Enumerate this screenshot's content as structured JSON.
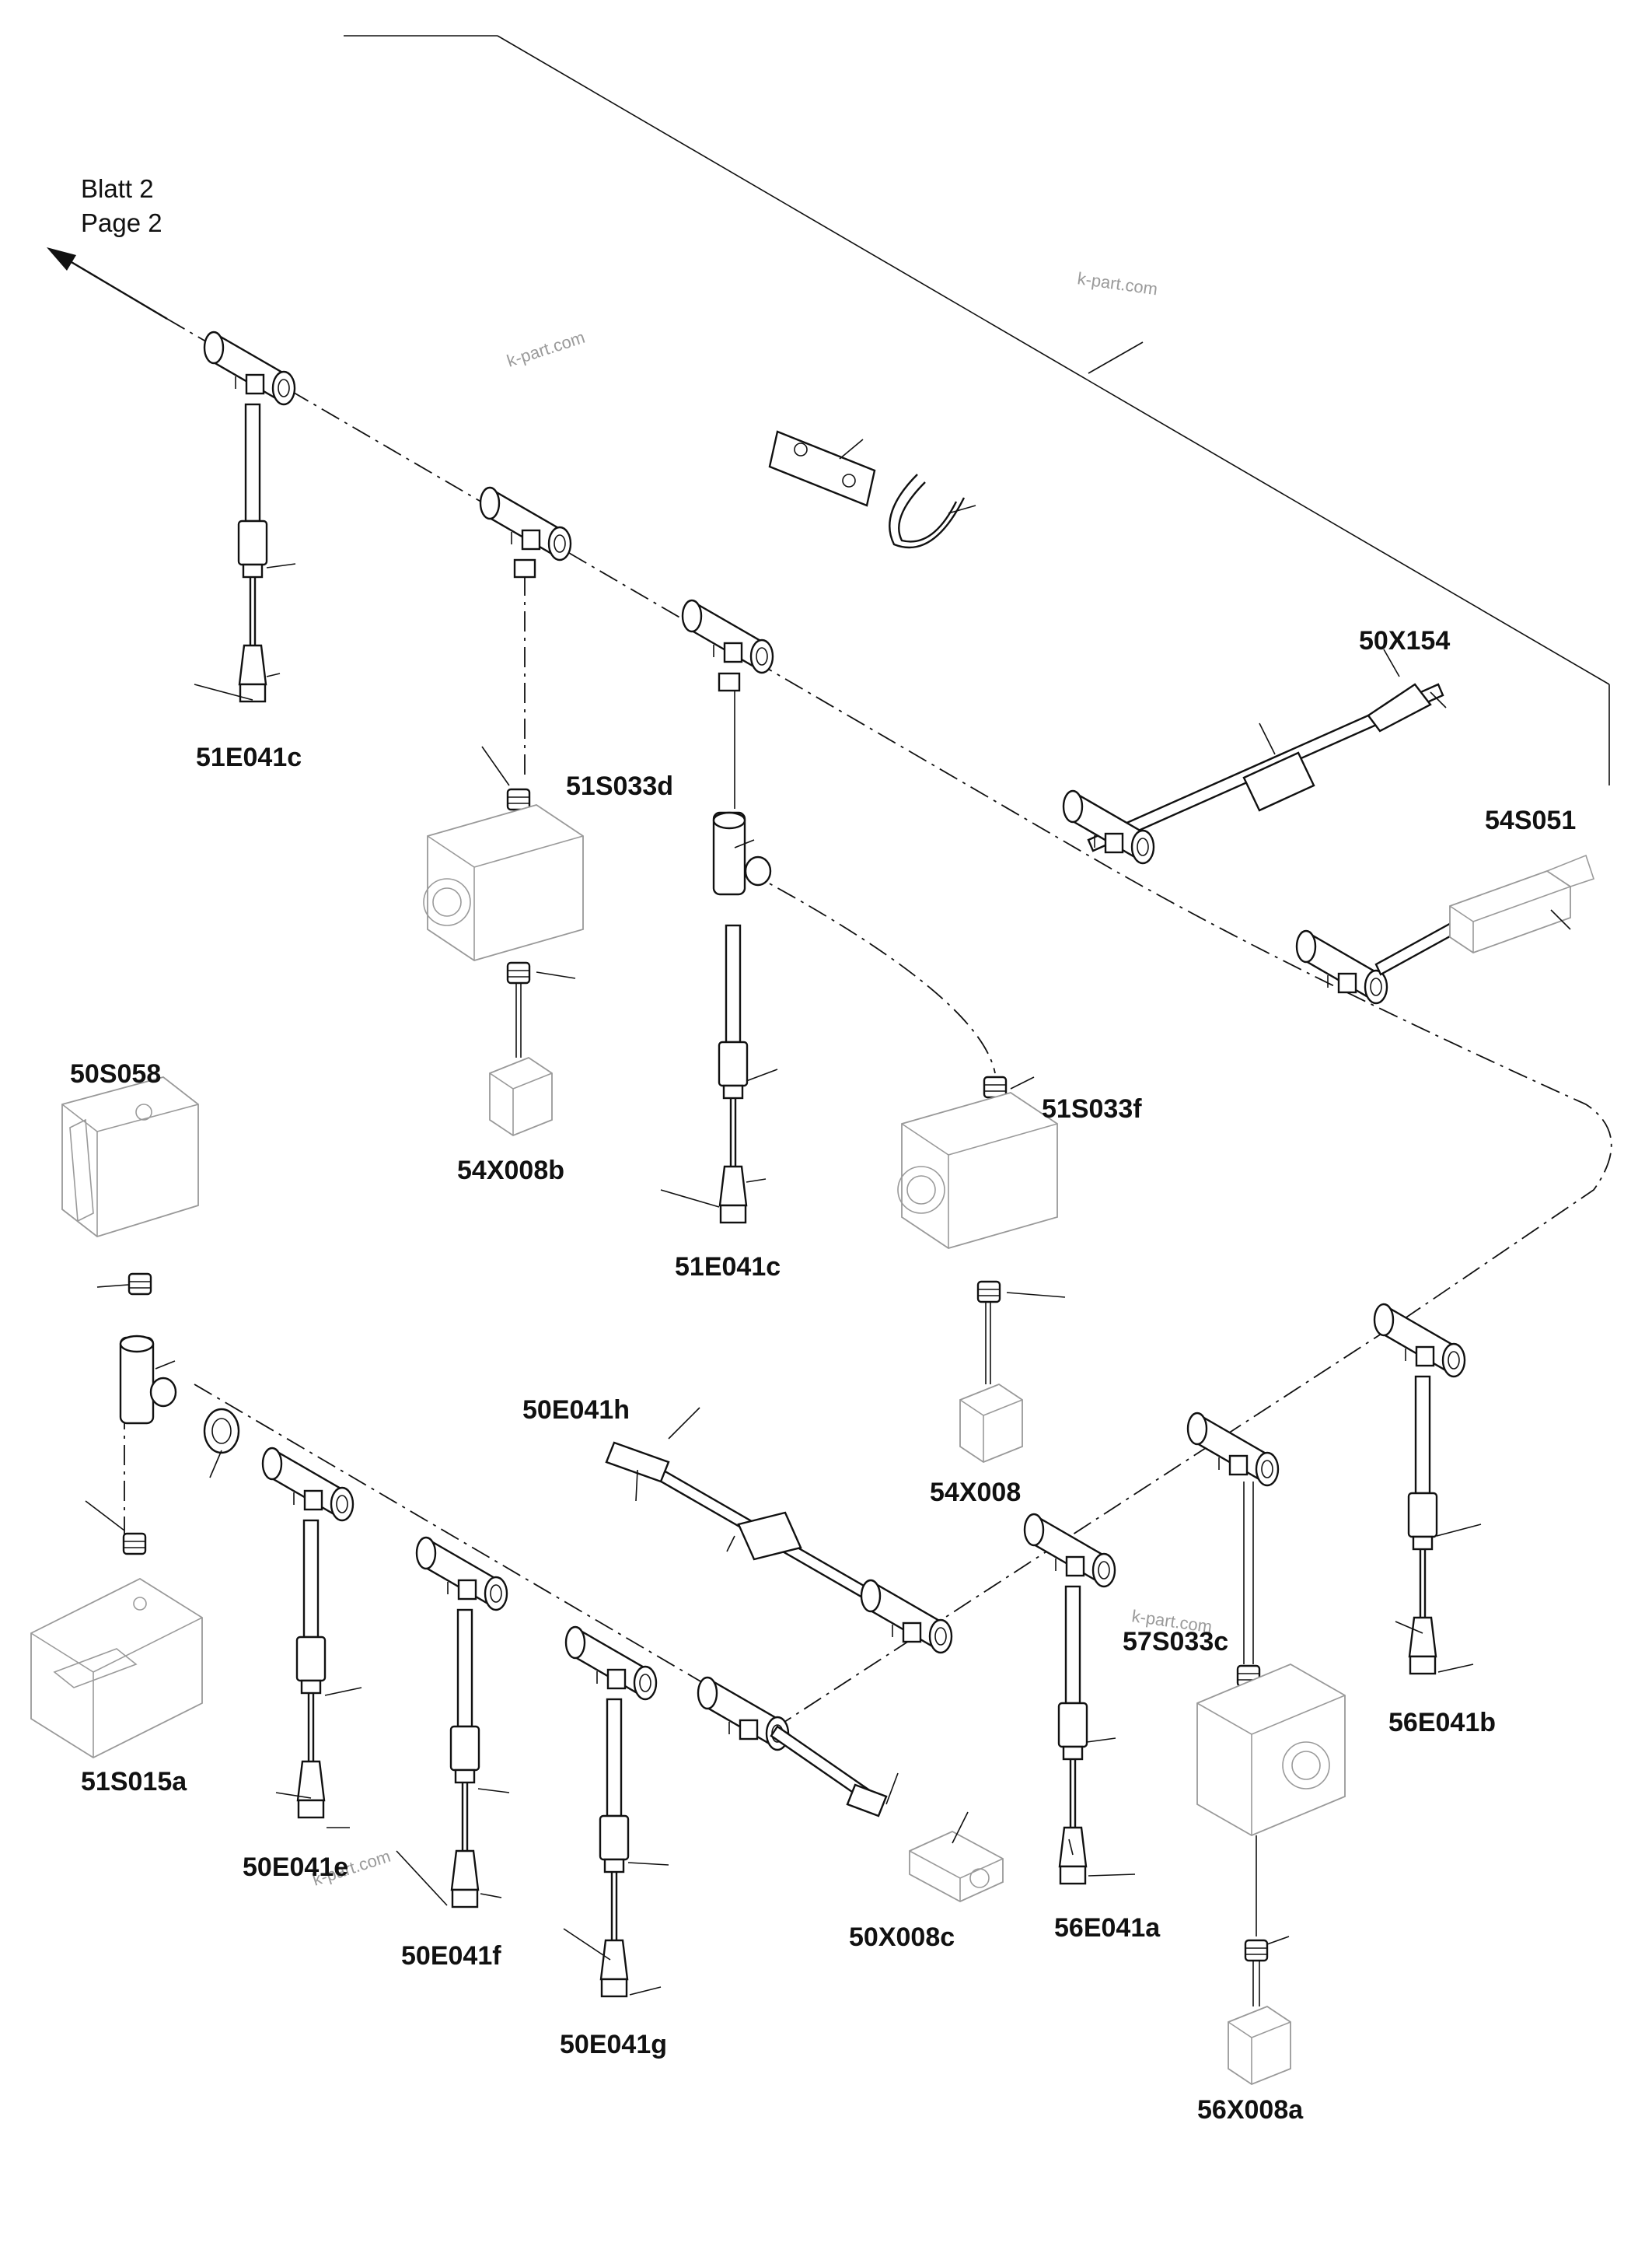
{
  "navigation": {
    "line1": "Blatt 2",
    "line2": "Page 2"
  },
  "watermark": "k-part.com",
  "labels": {
    "l51E041c_top": "51E041c",
    "l51S033d": "51S033d",
    "l50X154": "50X154",
    "l54S051": "54S051",
    "l50S058": "50S058",
    "l54X008b": "54X008b",
    "l51S033f": "51S033f",
    "l51E041c_mid": "51E041c",
    "l50E041h": "50E041h",
    "l54X008": "54X008",
    "l57S033c": "57S033c",
    "l56E041b": "56E041b",
    "l51S015a": "51S015a",
    "l50E041e": "50E041e",
    "l50E041f": "50E041f",
    "l50X008c": "50X008c",
    "l56E041a": "56E041a",
    "l50E041g": "50E041g",
    "l56X008a": "56X008a"
  }
}
